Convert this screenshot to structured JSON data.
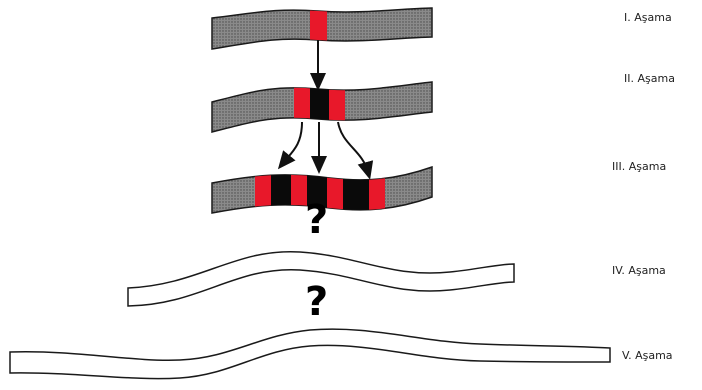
{
  "stages": [
    {
      "label": "I. Aşama"
    },
    {
      "label": "II. Aşama"
    },
    {
      "label": "III. Aşama"
    },
    {
      "label": "IV. Aşama"
    },
    {
      "label": "V. Aşama"
    }
  ],
  "unknown_marks": [
    "?",
    "?"
  ],
  "colors": {
    "strand_fill": "#8a8a8a",
    "strand_outline": "#1a1a1a",
    "band_red": "#e8182a",
    "band_black": "#0a0a0a",
    "empty_strand": "#ffffff"
  }
}
